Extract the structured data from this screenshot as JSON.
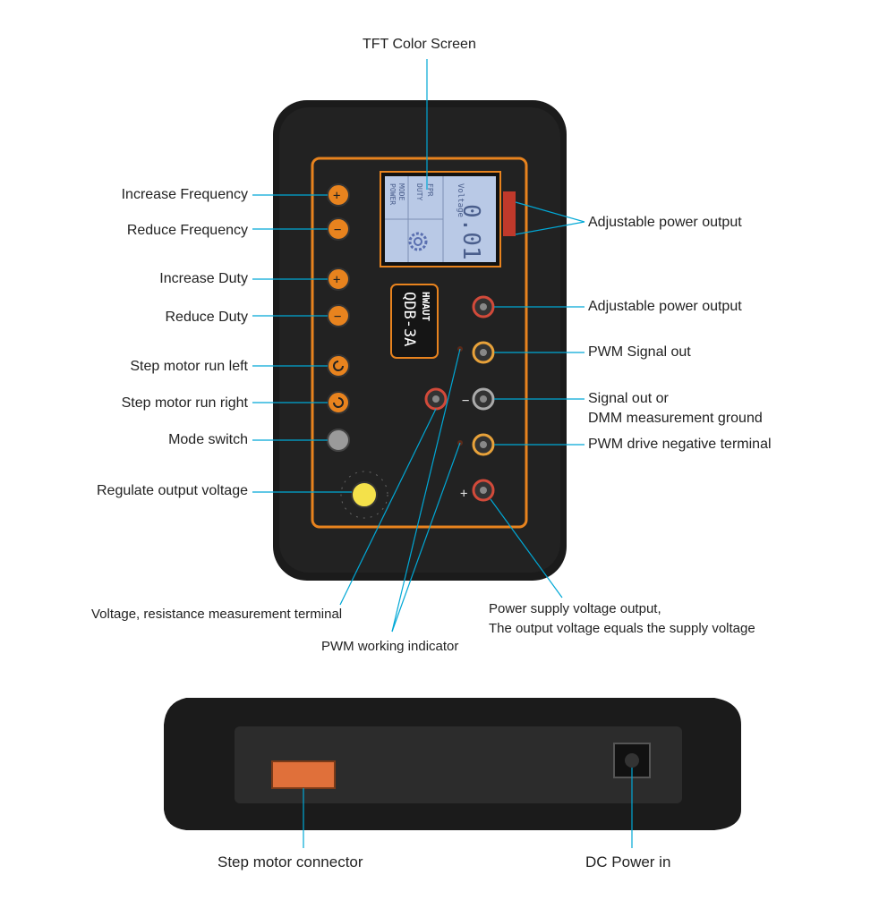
{
  "labels": {
    "tft_screen": "TFT Color  Screen",
    "increase_frequency": "Increase Frequency",
    "reduce_frequency": "Reduce Frequency",
    "increase_duty": "Increase Duty",
    "reduce_duty": "Reduce Duty",
    "step_left": "Step motor run left",
    "step_right": "Step motor run right",
    "mode_switch": "Mode switch",
    "regulate_voltage": "Regulate output voltage",
    "adj_power_1": "Adjustable power output",
    "adj_power_2": "Adjustable power output",
    "pwm_signal_out": "PWM Signal out",
    "signal_out_line1": "Signal out or",
    "signal_out_line2": "DMM measurement ground",
    "pwm_drive_neg": "PWM drive negative terminal",
    "voltage_resistance": "Voltage, resistance measurement terminal",
    "pwm_indicator": "PWM working indicator",
    "power_supply_line1": "Power supply voltage output,",
    "power_supply_line2": "The output voltage equals the supply voltage",
    "step_connector": "Step motor connector",
    "dc_power": "DC Power in"
  },
  "device": {
    "brand": "HWAUT",
    "model": "QDB-3A",
    "screen": {
      "title": "Voltage",
      "value": "0.01",
      "rows": [
        "FPR",
        "DUTY",
        "MODE",
        "POWER"
      ]
    }
  },
  "colors": {
    "accent": "#00a8d6",
    "orange": "#e8831e",
    "body": "#1b1b1b",
    "screen": "#b9c9e6"
  },
  "icons": {
    "button_plus": "plus-icon",
    "button_minus": "minus-icon",
    "button_rotate": "rotate-icon",
    "gear": "gear-icon"
  }
}
